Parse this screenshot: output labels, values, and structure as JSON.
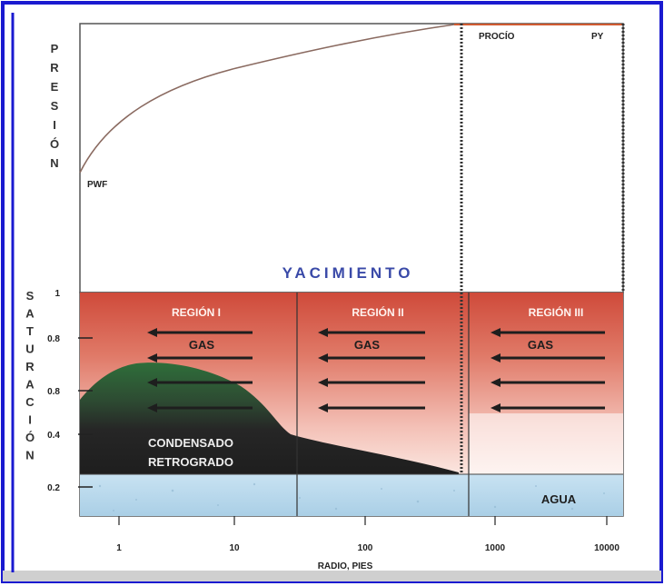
{
  "pressure_panel": {
    "axis_letters": [
      "P",
      "R",
      "E",
      "S",
      "I",
      "Ó",
      "N"
    ],
    "pwf_label": "PWF",
    "procio_label": "PROCÍO",
    "py_label": "PY"
  },
  "reservoir_label": "YACIMIENTO",
  "saturation_panel": {
    "axis_letters": [
      "S",
      "A",
      "T",
      "U",
      "R",
      "A",
      "C",
      "I",
      "Ó",
      "N"
    ],
    "ticks": [
      "1",
      "0.8",
      "0.8",
      "0.4",
      "0.2"
    ],
    "regions": [
      {
        "label": "REGIÓN I",
        "fluid": "GAS"
      },
      {
        "label": "REGIÓN II",
        "fluid": "GAS"
      },
      {
        "label": "REGIÓN III",
        "fluid": "GAS"
      }
    ],
    "condensate_line1": "CONDENSADO",
    "condensate_line2": "RETROGRADO",
    "water_label": "AGUA"
  },
  "x_axis": {
    "ticks": [
      "1",
      "10",
      "100",
      "1000",
      "10000"
    ],
    "title": "RADIO, PIES"
  },
  "colors": {
    "frame_blue": "#1a1ad0",
    "gas_red": "#d85a4a",
    "gas_pink": "#f5c5bc",
    "condensate_dark": "#2a2a2a",
    "condensate_green": "#2f6a3a",
    "water_blue": "#b9d8ec",
    "title_blue": "#3a4aa8"
  }
}
